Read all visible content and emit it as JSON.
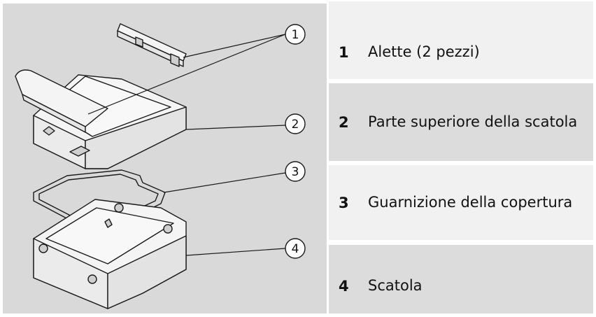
{
  "figure": {
    "callouts": [
      "1",
      "2",
      "3",
      "4"
    ]
  },
  "legend": {
    "items": [
      {
        "number": "1",
        "label": "Alette (2 pezzi)"
      },
      {
        "number": "2",
        "label": "Parte superiore della scatola"
      },
      {
        "number": "3",
        "label": "Guarnizione della copertura"
      },
      {
        "number": "4",
        "label": "Scatola"
      }
    ]
  },
  "colors": {
    "figure_background": "#d9d9d9",
    "row_light": "#f1f1f1",
    "row_dark": "#dcdcdc",
    "line": "#1a1a1a",
    "part_fill": "#f4f4f4"
  }
}
